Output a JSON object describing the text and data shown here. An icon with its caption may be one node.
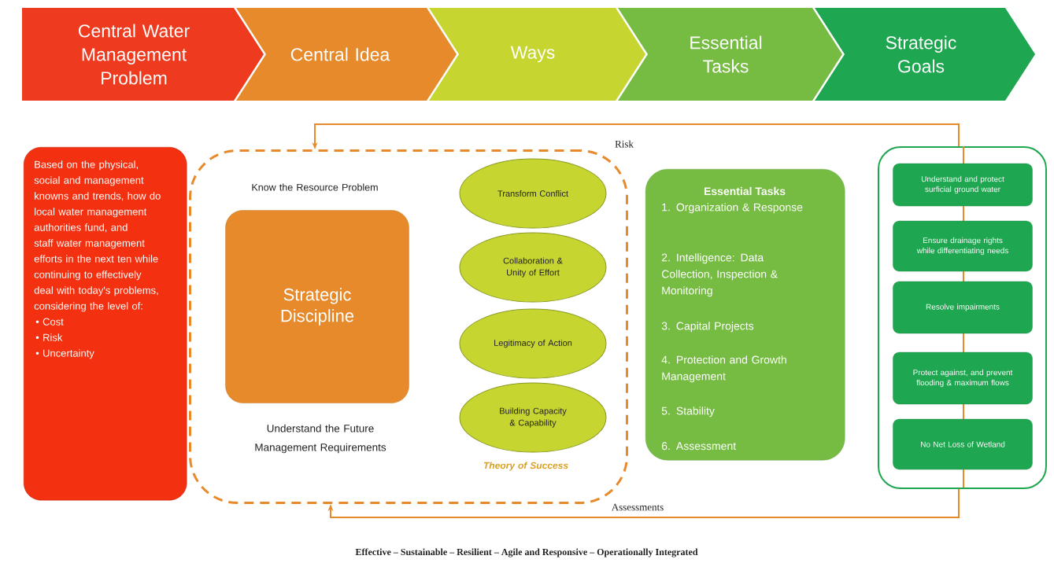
{
  "diagram": {
    "nodes": [
      {
        "text": [
          "Central Water Management Problem"
        ]
      },
      {
        "text": [
          "Central Idea"
        ]
      },
      {
        "text": [
          "Ways"
        ]
      },
      {
        "text": [
          "Essential Tasks"
        ]
      },
      {
        "text": [
          "Strategic Goals"
        ]
      },
      {
        "text": [
          "Based on the physical, social and management knowns and trends, how do local water management authorities fund, and staff water management efforts in the next ten while continuing to effectively deal with today's problems, considering the level of:",
          "• Cost",
          "• Risk",
          "• Uncertainty"
        ]
      },
      {
        "text": [
          "Know the Resource Problem",
          "Understand the Future Management Requirements",
          "Theory of Success"
        ]
      },
      {
        "text": [
          "Strategic Discipline"
        ],
        "in": 6
      },
      {
        "text": [
          "Transform Conflict"
        ],
        "in": 6
      },
      {
        "text": [
          "Collaboration & Unity of Effort"
        ],
        "in": 6
      },
      {
        "text": [
          "Legitimacy of Action"
        ],
        "in": 6
      },
      {
        "text": [
          "Building Capacity & Capability"
        ],
        "in": 6
      },
      {
        "text": [
          "Essential Tasks",
          "1. Organization & Response",
          "2. Intelligence: Data Collection, Inspection & Monitoring",
          "3. Capital Projects",
          "4. Protection and Growth Management",
          "5. Stability",
          "6. Assessment"
        ]
      },
      {
        "text": [],
        "shape": "box"
      },
      {
        "text": [
          "Understand and protect surficial ground water"
        ],
        "in": 13
      },
      {
        "text": [
          "Ensure drainage rights while differentiating needs"
        ],
        "in": 13
      },
      {
        "text": [
          "Resolve impairments"
        ],
        "in": 13
      },
      {
        "text": [
          "Protect against, and prevent flooding & maximum flows"
        ],
        "in": 13
      },
      {
        "text": [
          "No Net Loss of Wetland"
        ],
        "in": 13
      }
    ],
    "edges": [
      {
        "from": 13,
        "to": 6,
        "arrow": "to",
        "label": "Risk"
      },
      {
        "from": 13,
        "to": 6,
        "arrow": "to",
        "label": "Assessments"
      }
    ],
    "labels": [
      "Effective – Sustainable – Resilient – Agile and Responsive – Operationally Integrated"
    ]
  }
}
